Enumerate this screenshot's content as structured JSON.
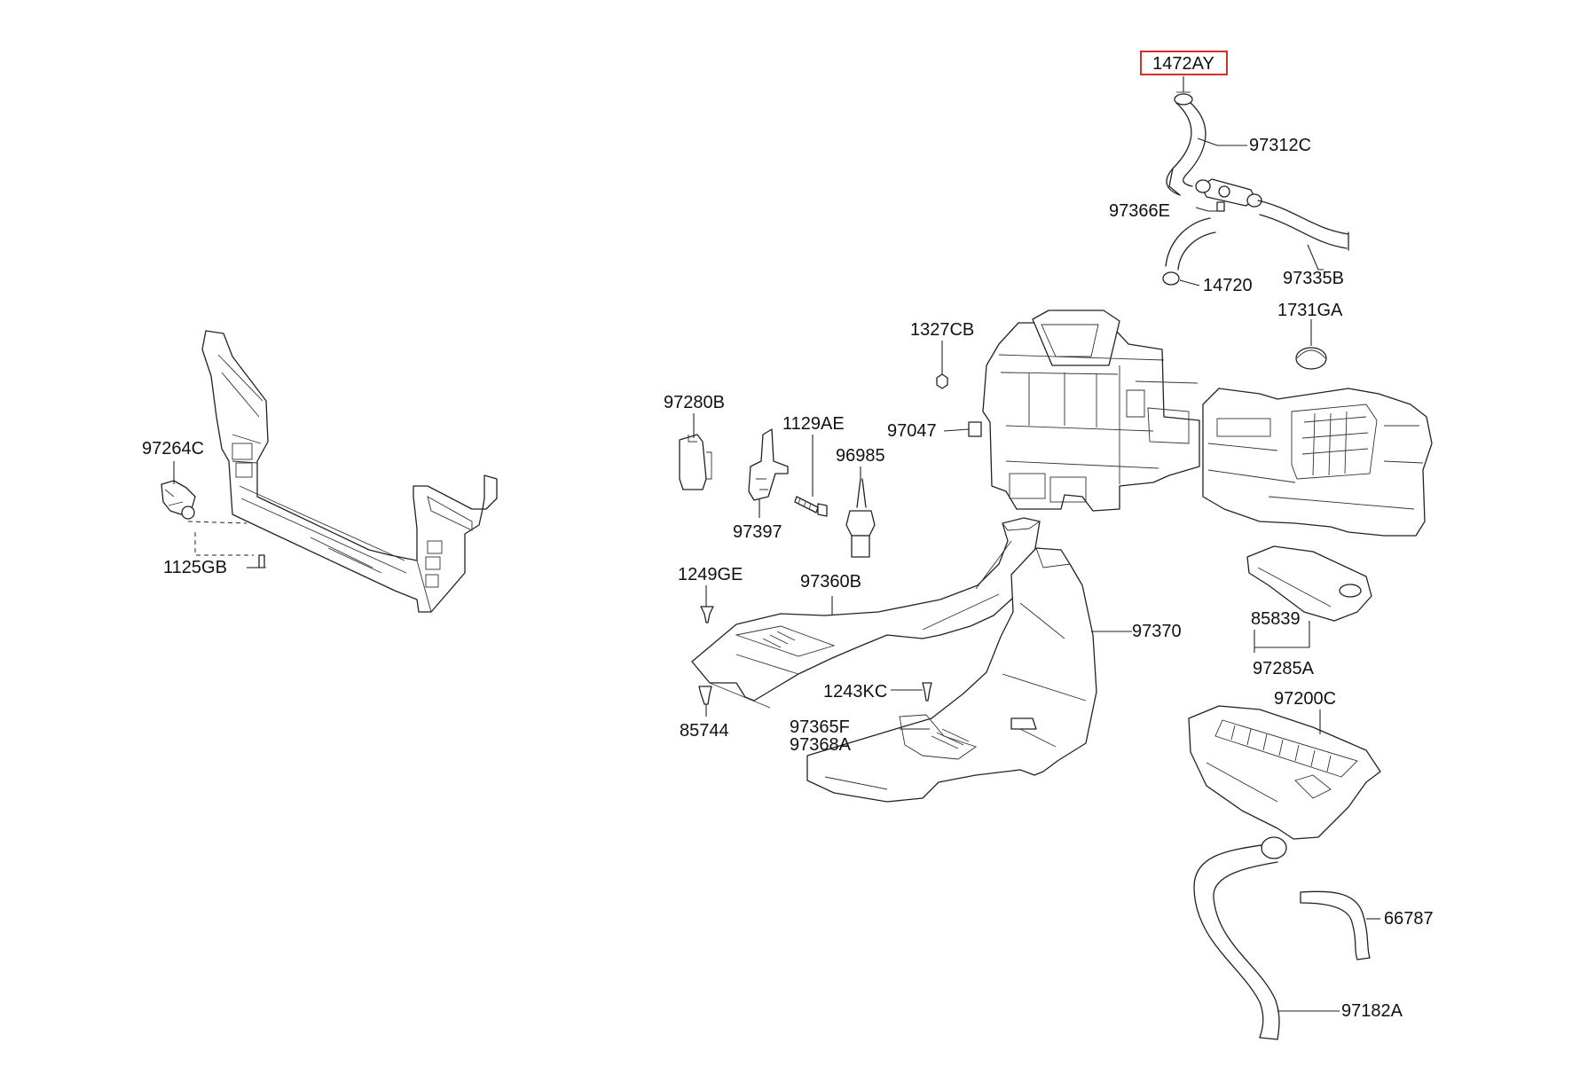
{
  "highlight_color": "#d32f2f",
  "callouts": {
    "p1472AY": "1472AY",
    "p97312C": "97312C",
    "p97366E": "97366E",
    "p97335B": "97335B",
    "p14720": "14720",
    "p1731GA": "1731GA",
    "p1327CB": "1327CB",
    "p97280B": "97280B",
    "p1129AE": "1129AE",
    "p97047": "97047",
    "p96985": "96985",
    "p97397": "97397",
    "p97264C": "97264C",
    "p1125GB": "1125GB",
    "p1249GE": "1249GE",
    "p97360B": "97360B",
    "p97370": "97370",
    "p85839": "85839",
    "p97285A": "97285A",
    "p1243KC": "1243KC",
    "p97200C": "97200C",
    "p85744": "85744",
    "p97365F": "97365F",
    "p97368A": "97368A",
    "p66787": "66787",
    "p97182A": "97182A"
  }
}
